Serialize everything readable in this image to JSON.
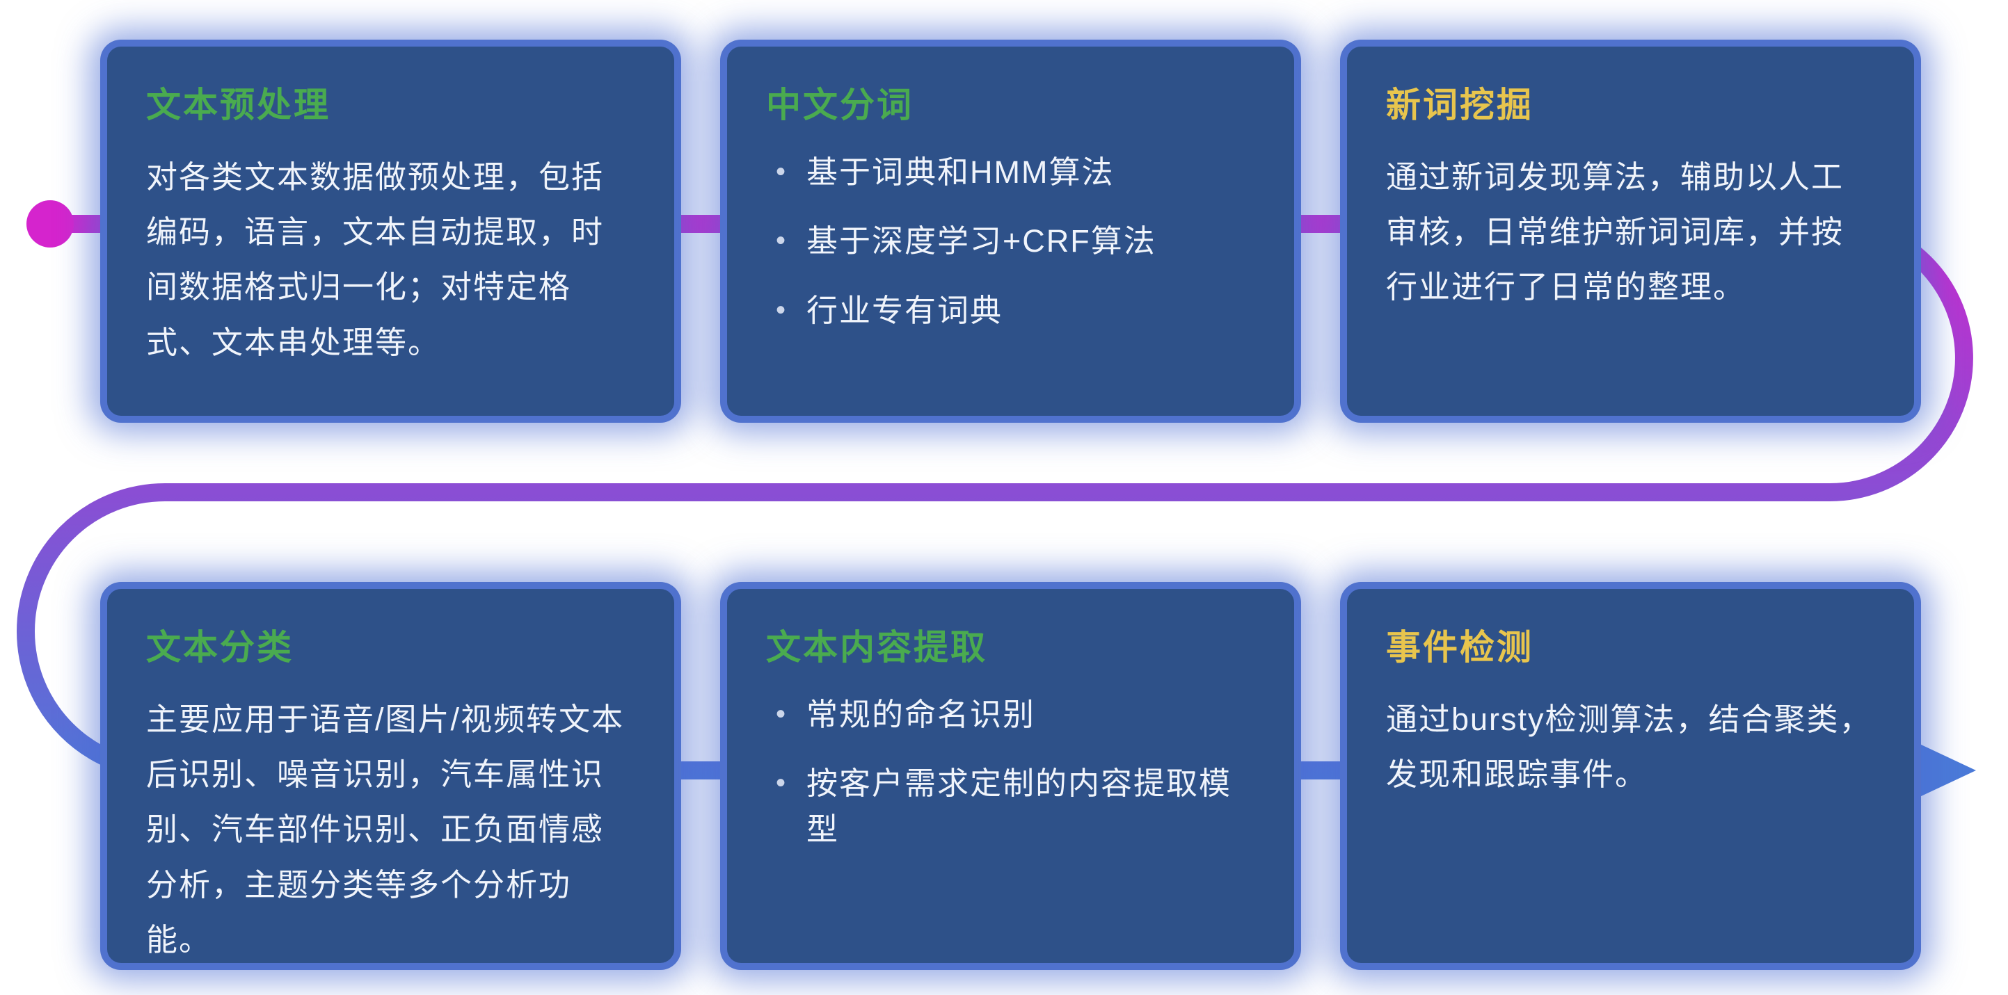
{
  "bullet_marker": "•",
  "flow": {
    "start_color": "#d524cd",
    "mid_color": "#8b4dd4",
    "end_color": "#4b7ad8"
  },
  "palette": {
    "card_background": "#2e5189",
    "card_border": "#5274d2",
    "card_glow": "#496cd2",
    "title_green": "#4aab4f",
    "title_yellow": "#e8c54d",
    "body_text": "#f0f4fb",
    "page_background": "#ffffff"
  },
  "cards": [
    {
      "id": "text-preprocessing",
      "title": "文本预处理",
      "title_color": "green",
      "type": "paragraph",
      "body": "对各类文本数据做预处理，包括编码，语言，文本自动提取，时间数据格式归一化；对特定格式、文本串处理等。"
    },
    {
      "id": "chinese-word-segmentation",
      "title": "中文分词",
      "title_color": "green",
      "type": "bullets",
      "bullets": [
        "基于词典和HMM算法",
        "基于深度学习+CRF算法",
        "行业专有词典"
      ]
    },
    {
      "id": "new-word-mining",
      "title": "新词挖掘",
      "title_color": "yellow",
      "type": "paragraph",
      "body": "通过新词发现算法，辅助以人工审核，日常维护新词词库，并按行业进行了日常的整理。"
    },
    {
      "id": "text-classification",
      "title": "文本分类",
      "title_color": "green",
      "type": "paragraph",
      "body": "主要应用于语音/图片/视频转文本后识别、噪音识别，汽车属性识别、汽车部件识别、正负面情感分析，主题分类等多个分析功能。"
    },
    {
      "id": "text-content-extraction",
      "title": "文本内容提取",
      "title_color": "green",
      "type": "bullets",
      "bullets": [
        "常规的命名识别",
        "按客户需求定制的内容提取模型"
      ]
    },
    {
      "id": "event-detection",
      "title": "事件检测",
      "title_color": "yellow",
      "type": "paragraph",
      "body": "通过bursty检测算法，结合聚类，发现和跟踪事件。"
    }
  ]
}
